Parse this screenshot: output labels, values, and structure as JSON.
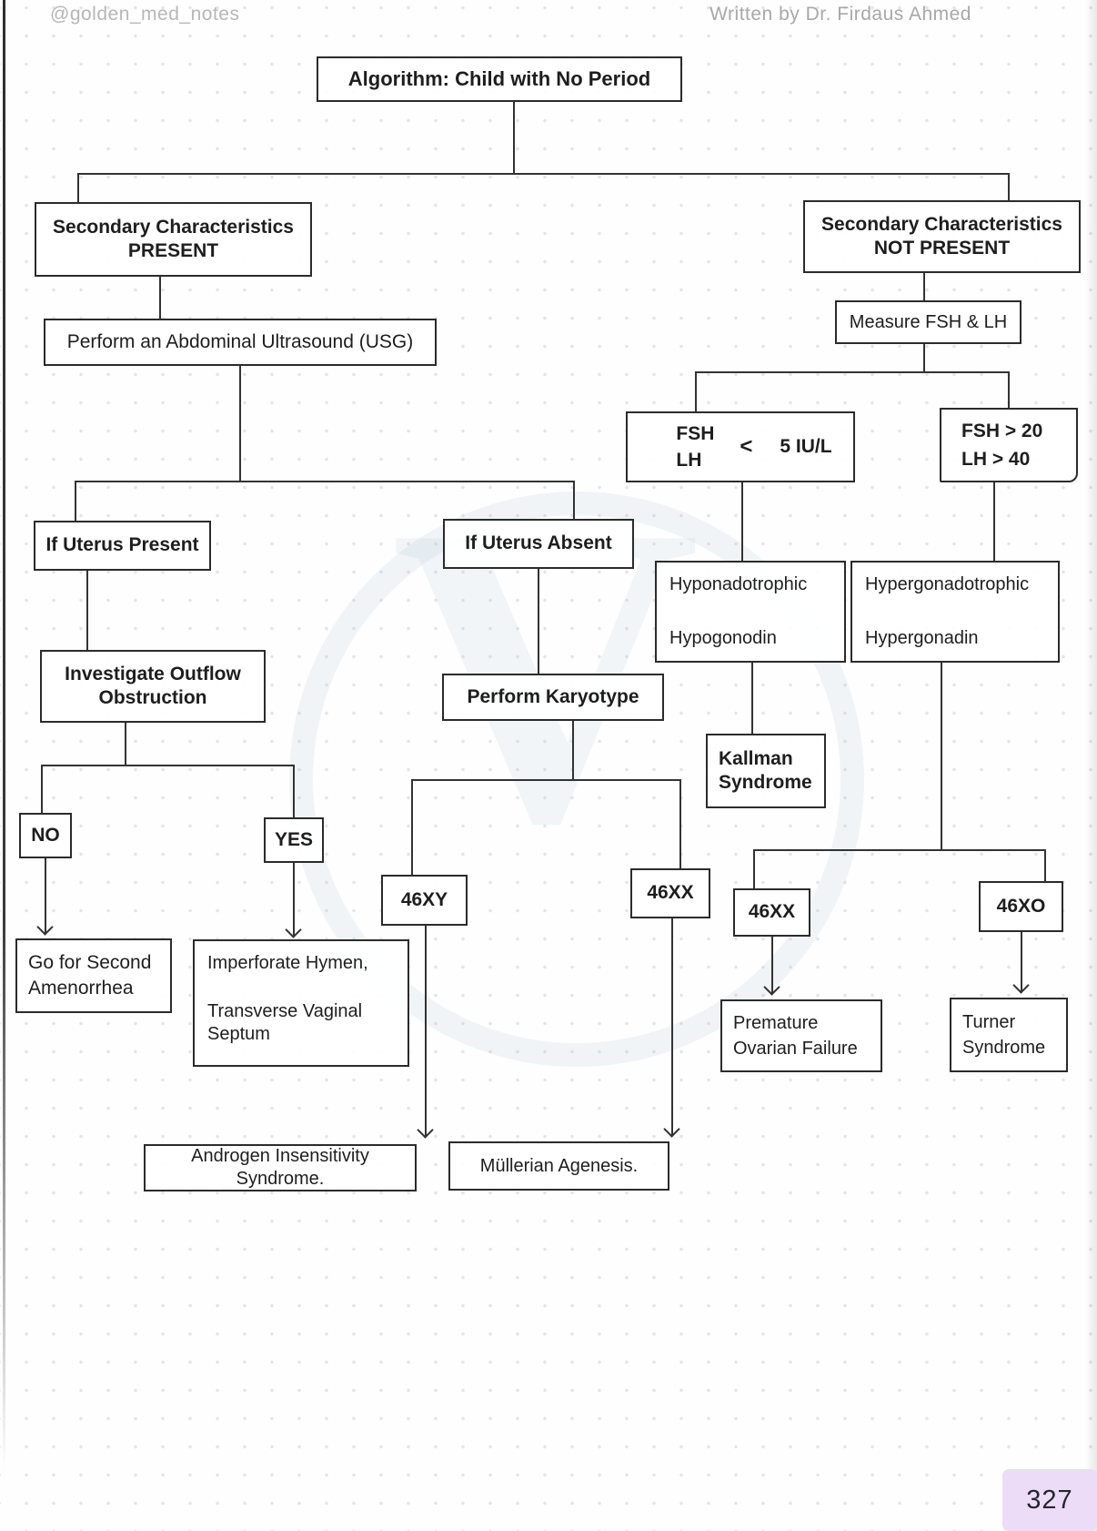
{
  "header": {
    "handle": "@golden_med_notes",
    "credit": "Written by Dr. Firdaus Ahmed"
  },
  "title": "Algorithm: Child with No Period",
  "nodes": {
    "sec_present": {
      "line1": "Secondary Characteristics",
      "line2": "PRESENT"
    },
    "sec_not_present": {
      "line1": "Secondary Characteristics",
      "line2": "NOT PRESENT"
    },
    "usg": "Perform an Abdominal Ultrasound (USG)",
    "measure_fsh": "Measure FSH & LH",
    "fsh_low": {
      "left1": "FSH",
      "left2": "LH",
      "op": "<",
      "value": "5 IU/L"
    },
    "fsh_high": {
      "line1": "FSH > 20",
      "line2": "LH > 40"
    },
    "uterus_present": "If Uterus Present",
    "uterus_absent": "If Uterus Absent",
    "hypo": {
      "line1": "Hyponadotrophic",
      "line2": "Hypogonodin"
    },
    "hyper": {
      "line1": "Hypergonadotrophic",
      "line2": "Hypergonadin"
    },
    "investigate": {
      "line1": "Investigate Outflow",
      "line2": "Obstruction"
    },
    "karyotype": "Perform Karyotype",
    "kallman": {
      "line1": "Kallman",
      "line2": "Syndrome"
    },
    "no": "NO",
    "yes": "YES",
    "karyo_xy": "46XY",
    "karyo_xx": "46XX",
    "hyper_xx": "46XX",
    "hyper_xo": "46XO",
    "go_second": {
      "line1": "Go for Second",
      "line2": "Amenorrhea"
    },
    "imperforate": {
      "line1": "Imperforate Hymen,",
      "line2": "Transverse Vaginal",
      "line3": "Septum"
    },
    "ais": "Androgen Insensitivity Syndrome.",
    "mullerian": "Müllerian Agenesis.",
    "pof": {
      "line1": "Premature",
      "line2": "Ovarian Failure"
    },
    "turner": {
      "line1": "Turner",
      "line2": "Syndrome"
    }
  },
  "page_number": "327",
  "colors": {
    "ink": "#2b2b2b",
    "header_text": "#b0b0b0",
    "page_number_bg": "#ecdcf7",
    "watermark": "#adc4d6"
  }
}
